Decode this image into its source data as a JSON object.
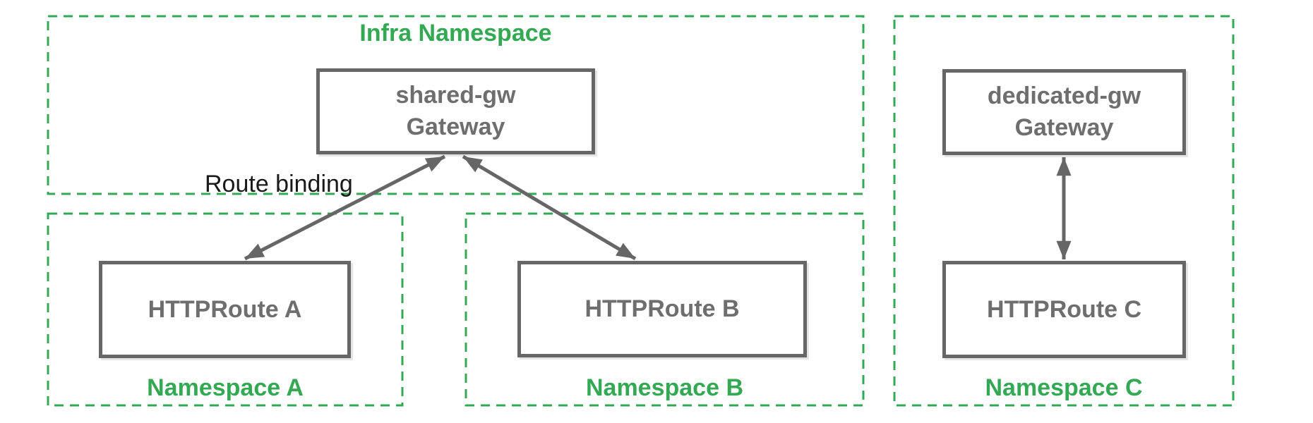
{
  "colors": {
    "namespace_green": "#34A853",
    "node_gray": "#666666",
    "node_text_gray": "#6e6e6e",
    "annotation_black": "#1a1a1a",
    "background": "#ffffff"
  },
  "namespaces": [
    {
      "label": "Infra Namespace"
    },
    {
      "label": "Namespace A"
    },
    {
      "label": "Namespace B"
    },
    {
      "label": "Namespace C"
    }
  ],
  "nodes": [
    {
      "lines": [
        "shared-gw",
        "Gateway"
      ]
    },
    {
      "lines": [
        "HTTPRoute A"
      ]
    },
    {
      "lines": [
        "HTTPRoute B"
      ]
    },
    {
      "lines": [
        "dedicated-gw",
        "Gateway"
      ]
    },
    {
      "lines": [
        "HTTPRoute C"
      ]
    }
  ],
  "annotations": {
    "route_binding": "Route binding"
  },
  "edges": [
    {
      "from": "HTTPRoute A",
      "to": "shared-gw Gateway",
      "style": "double-headed-arrow",
      "label": "Route binding"
    },
    {
      "from": "HTTPRoute B",
      "to": "shared-gw Gateway",
      "style": "double-headed-arrow",
      "label": ""
    },
    {
      "from": "HTTPRoute C",
      "to": "dedicated-gw Gateway",
      "style": "double-headed-arrow",
      "label": ""
    }
  ]
}
